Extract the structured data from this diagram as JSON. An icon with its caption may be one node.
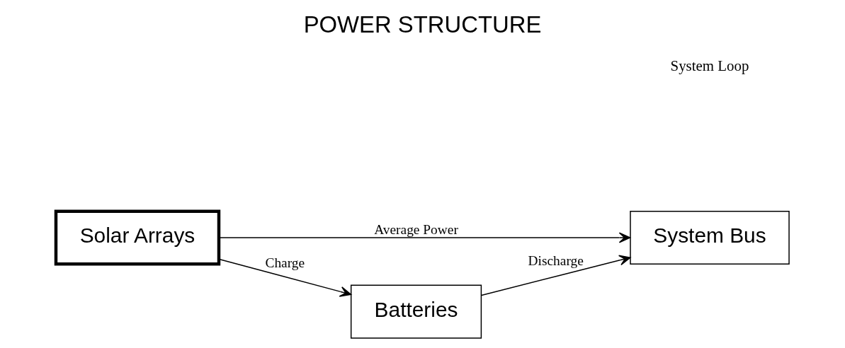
{
  "diagram": {
    "title": "POWER STRUCTURE",
    "nodes": [
      {
        "text": [
          "Solar Arrays"
        ]
      },
      {
        "text": [
          "System Bus"
        ]
      },
      {
        "text": [
          "Batteries"
        ]
      }
    ],
    "edges": [
      {
        "from": 0,
        "to": 1,
        "arrow": "to",
        "label": "Average Power"
      },
      {
        "from": 2,
        "to": 1,
        "arrow": "to",
        "label": "Discharge"
      },
      {
        "from": 0,
        "to": 2,
        "arrow": "to",
        "label": "Charge"
      }
    ],
    "labels": [
      "System Loop"
    ]
  }
}
